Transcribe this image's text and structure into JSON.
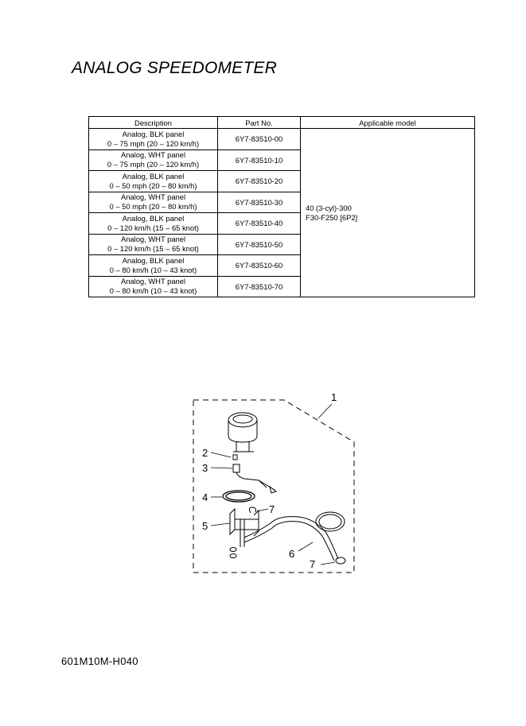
{
  "title": "ANALOG SPEEDOMETER",
  "table": {
    "headers": [
      "Description",
      "Part No.",
      "Applicable model"
    ],
    "rows": [
      {
        "desc1": "Analog, BLK panel",
        "desc2": "0 – 75 mph (20 – 120 km/h)",
        "part_no": "6Y7-83510-00"
      },
      {
        "desc1": "Analog, WHT panel",
        "desc2": "0 – 75 mph (20 – 120 km/h)",
        "part_no": "6Y7-83510-10"
      },
      {
        "desc1": "Analog, BLK panel",
        "desc2": "0 – 50 mph (20 – 80 km/h)",
        "part_no": "6Y7-83510-20"
      },
      {
        "desc1": "Analog, WHT panel",
        "desc2": "0 – 50 mph (20 – 80 km/h)",
        "part_no": "6Y7-83510-30"
      },
      {
        "desc1": "Analog, BLK panel",
        "desc2": "0 – 120 km/h (15 – 65 knot)",
        "part_no": "6Y7-83510-40"
      },
      {
        "desc1": "Analog, WHT panel",
        "desc2": "0 – 120 km/h (15 – 65 knot)",
        "part_no": "6Y7-83510-50"
      },
      {
        "desc1": "Analog, BLK panel",
        "desc2": "0 – 80 km/h (10 – 43 knot)",
        "part_no": "6Y7-83510-60"
      },
      {
        "desc1": "Analog, WHT panel",
        "desc2": "0 – 80 km/h (10 – 43 knot)",
        "part_no": "6Y7-83510-70"
      }
    ],
    "applicable_model": [
      "40 (3-cyl)-300",
      "F30-F250 [6P2]"
    ]
  },
  "diagram": {
    "callouts": [
      "1",
      "2",
      "3",
      "4",
      "5",
      "7",
      "6",
      "7"
    ]
  },
  "footer": "601M10M-H040"
}
